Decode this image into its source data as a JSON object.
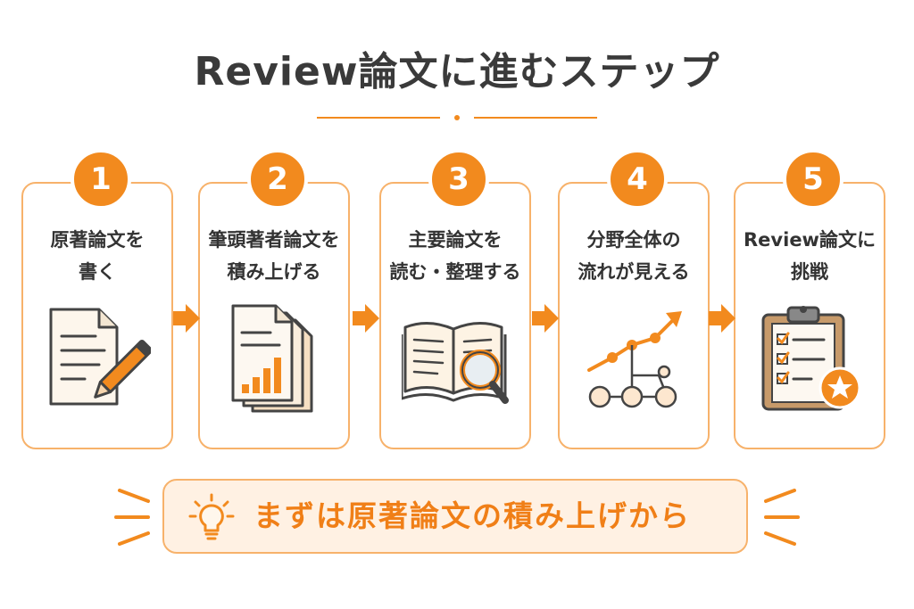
{
  "title": "Review論文に進むステップ",
  "accent_color": "#f28a1e",
  "steps": [
    {
      "number": "1",
      "label": "原著論文を\n書く",
      "icon": "document-pencil-icon"
    },
    {
      "number": "2",
      "label": "筆頭著者論文を\n積み上げる",
      "icon": "stacked-papers-chart-icon"
    },
    {
      "number": "3",
      "label": "主要論文を\n読む・整理する",
      "icon": "book-magnifier-icon"
    },
    {
      "number": "4",
      "label": "分野全体の\n流れが見える",
      "icon": "trend-network-icon"
    },
    {
      "number": "5",
      "label": "Review論文に\n挑戦",
      "icon": "clipboard-star-icon"
    }
  ],
  "tip": {
    "text": "まずは原著論文の積み上げから",
    "icon": "lightbulb-icon"
  }
}
